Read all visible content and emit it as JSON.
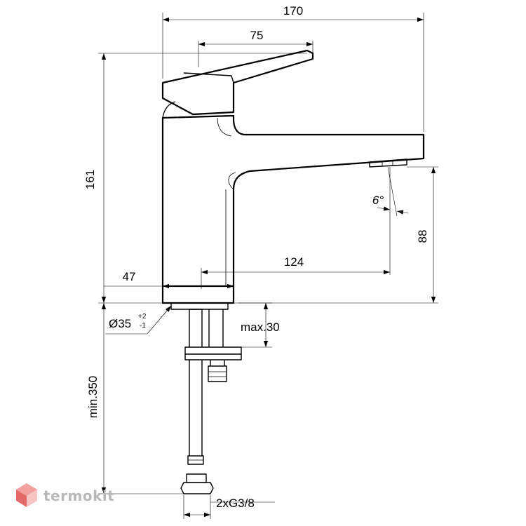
{
  "dimensions": {
    "total_width": "170",
    "lever_length": "75",
    "total_height": "161",
    "spout_reach": "124",
    "body_offset": "47",
    "spout_height": "88",
    "spout_angle": "6°",
    "base_diameter": "Ø35",
    "tolerance_plus": "+2",
    "tolerance_minus": "-1",
    "max_deck": "max.30",
    "min_hose": "min.350",
    "connection": "2xG3/8"
  },
  "watermark": {
    "brand": "termokit"
  },
  "colors": {
    "line": "#000000",
    "watermark_text": "#b8b8b8",
    "logo_top": "#f4a0a0",
    "logo_left": "#e46a6a",
    "logo_right": "#f7c4c4"
  }
}
